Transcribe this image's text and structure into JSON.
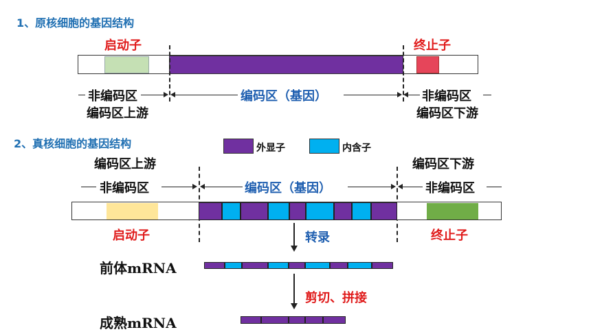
{
  "section1": {
    "title": "1、原核细胞的基因结构",
    "promoter": "启动子",
    "terminator": "终止子",
    "left_region": "非编码区",
    "left_sub": "编码区上游",
    "center_region": "编码区（基因）",
    "right_region": "非编码区",
    "right_sub": "编码区下游"
  },
  "section2": {
    "title": "2、真核细胞的基因结构",
    "legend": [
      {
        "label": "外显子",
        "color": "#7030a0"
      },
      {
        "label": "内含子",
        "color": "#00b0f0"
      }
    ],
    "left_sub": "编码区上游",
    "right_sub": "编码区下游",
    "left_region": "非编码区",
    "center_region": "编码区（基因）",
    "right_region": "非编码区",
    "promoter": "启动子",
    "terminator": "终止子",
    "transcription": "转录",
    "pre_mrna": "前体mRNA",
    "splicing": "剪切、拼接",
    "mature_mrna": "成熟mRNA"
  },
  "colors": {
    "exon": "#7030a0",
    "intron": "#00b0f0",
    "promoter_prok": "#c5e0b4",
    "terminator_prok": "#e6455a",
    "promoter_euk": "#ffe699",
    "terminator_euk": "#70ad47"
  }
}
